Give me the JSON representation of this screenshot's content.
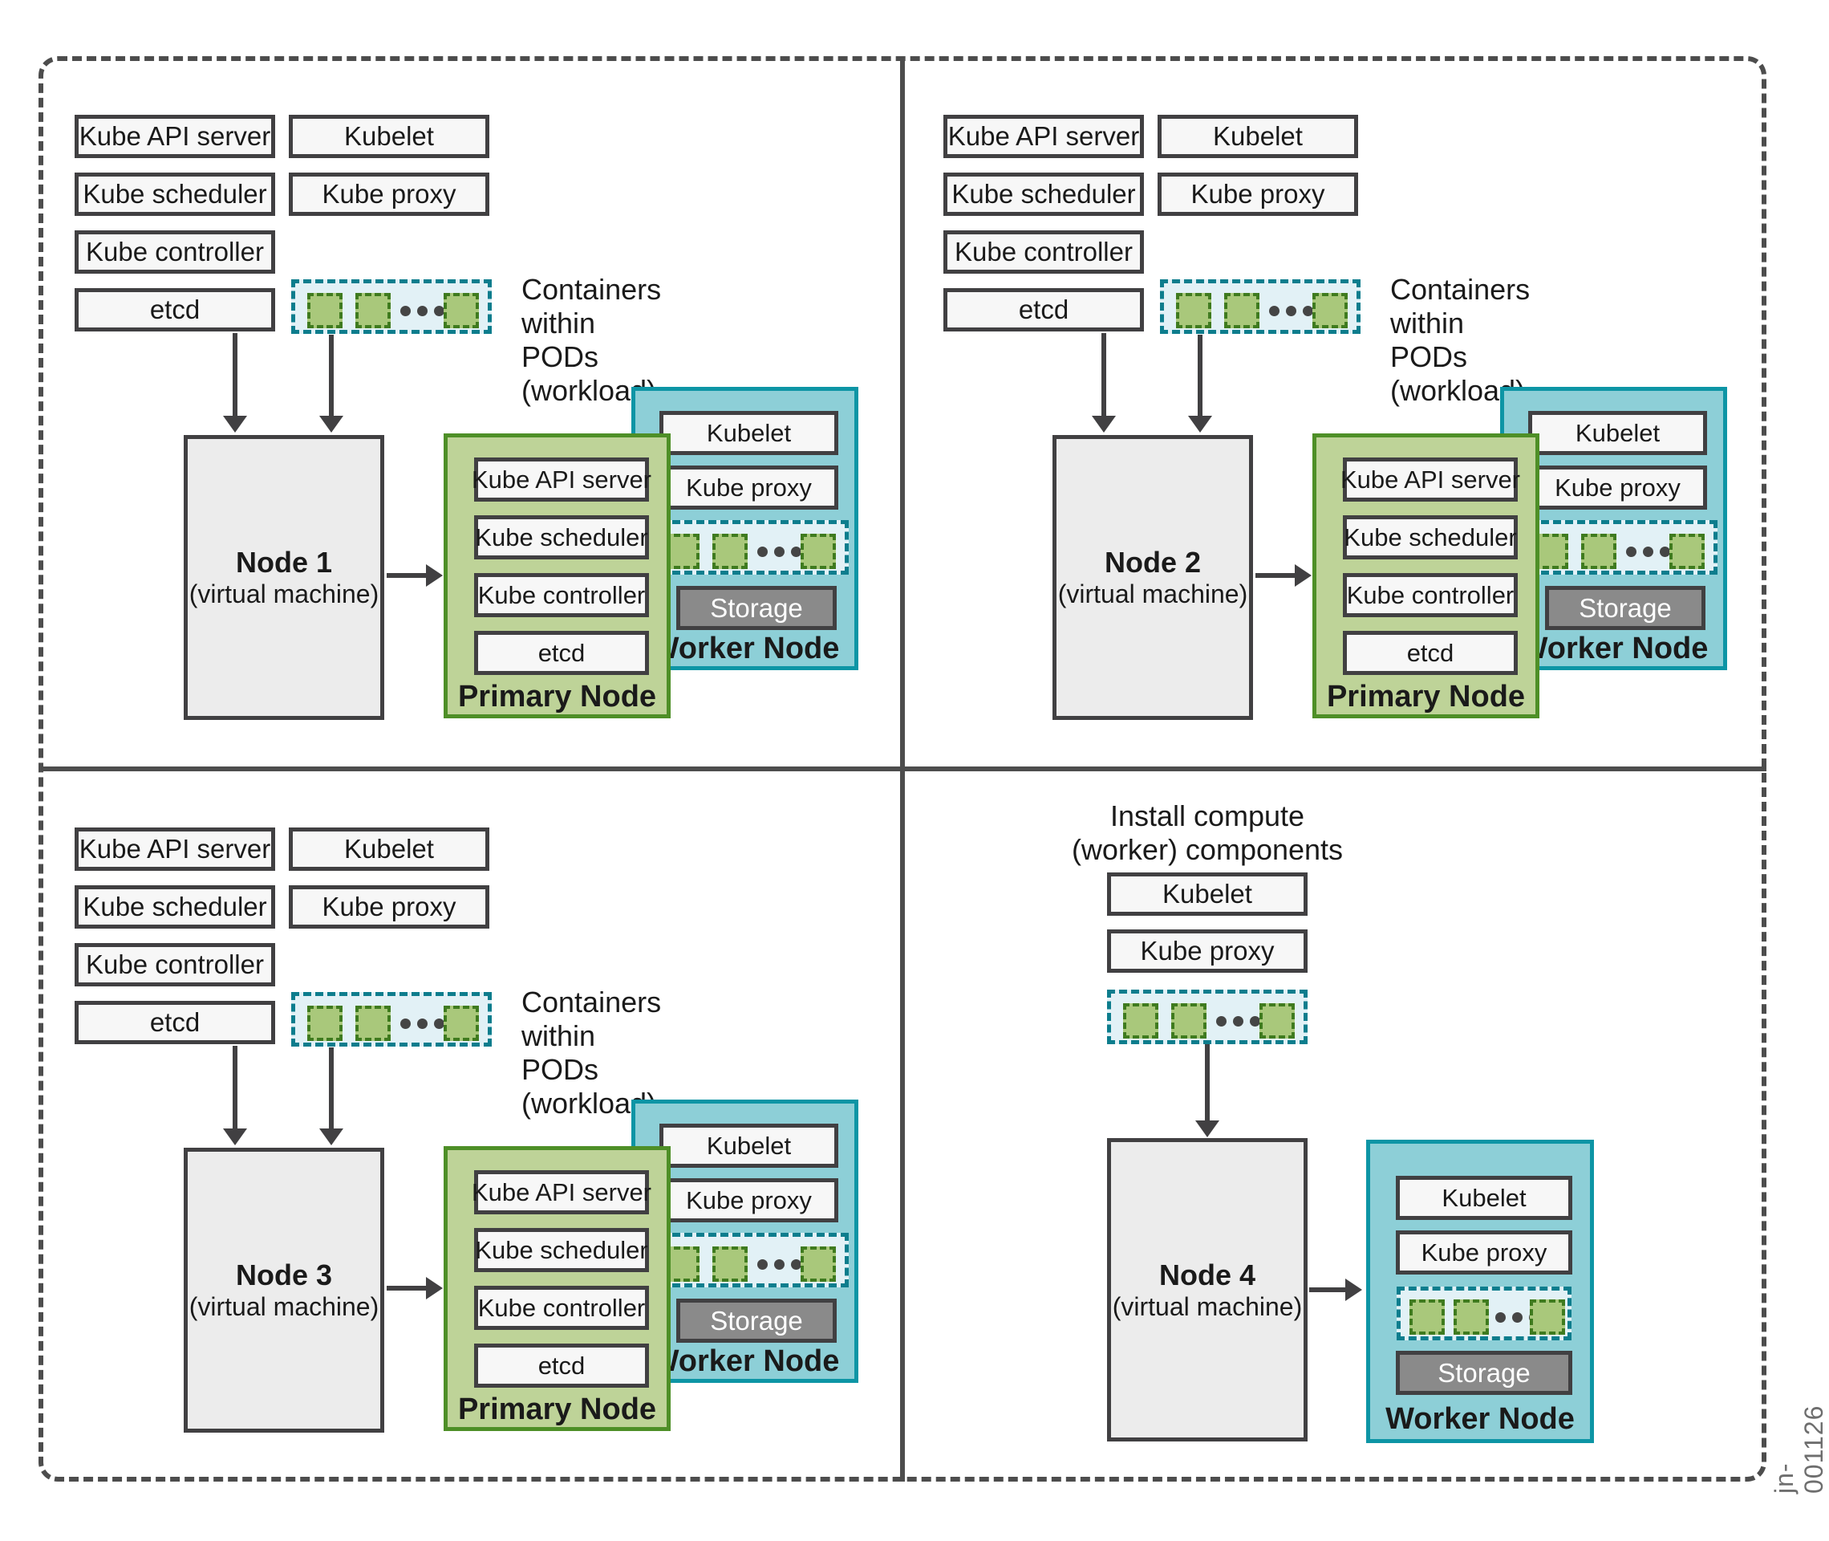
{
  "figure_label": "jn-001126",
  "captions": {
    "containers_line1": "Containers within",
    "containers_line2": "PODs (workload)",
    "install_line1": "Install compute",
    "install_line2": "(worker) components"
  },
  "components": {
    "control": [
      "Kube API server",
      "Kube scheduler",
      "Kube controller",
      "etcd"
    ],
    "worker": [
      "Kubelet",
      "Kube proxy"
    ]
  },
  "labels": {
    "primary_node": "Primary Node",
    "worker_node": "Worker Node",
    "storage": "Storage",
    "vm": "(virtual machine)"
  },
  "quadrants": [
    {
      "title": "Node 1"
    },
    {
      "title": "Node 2"
    },
    {
      "title": "Node 3"
    },
    {
      "title": "Node 4"
    }
  ],
  "colors": {
    "primary_fill": "#bed398",
    "primary_border": "#4e8f27",
    "worker_fill": "#8dcfd7",
    "worker_border": "#0d95a5",
    "pod_strip_fill": "#e2f1f6",
    "pod_strip_border": "#0d7d8d",
    "container_fill": "#a9c87b",
    "container_border": "#3f7b1f",
    "storage_fill": "#8a8a8a",
    "line": "#414042"
  }
}
